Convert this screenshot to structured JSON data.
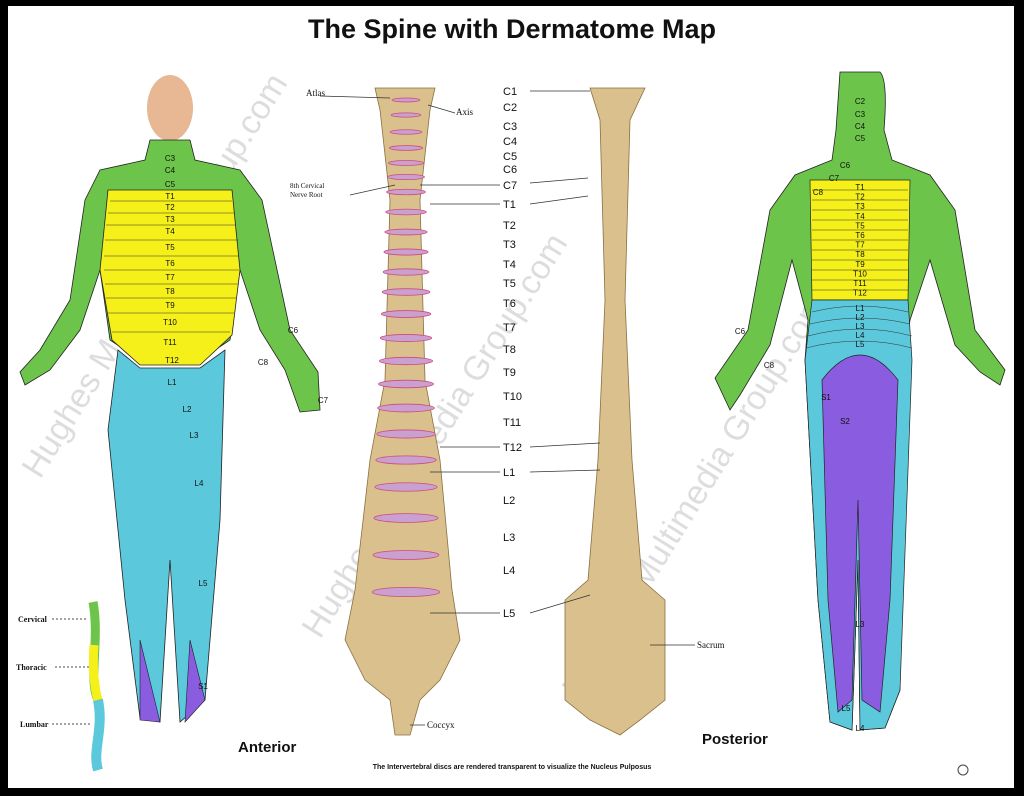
{
  "title": "The Spine with Dermatome Map",
  "footer": "The Intervertebral discs are rendered transparent to visualize the Nucleus Pulposus",
  "watermark": "Hughes Multimedia Group.com",
  "views": {
    "anterior": "Anterior",
    "posterior": "Posterior"
  },
  "colors": {
    "cervical": "#6cc44a",
    "thoracic": "#f5ef1a",
    "lumbar": "#5cc8dc",
    "sacral": "#8a5ce0",
    "skin": "#e8b894",
    "bone": "#d9c08c",
    "border": "#000000"
  },
  "small_spine": {
    "labels": [
      "Cervical",
      "Thoracic",
      "Lumbar"
    ]
  },
  "spine_labels": [
    "C1",
    "C2",
    "C3",
    "C4",
    "C5",
    "C6",
    "C7",
    "T1",
    "T2",
    "T3",
    "T4",
    "T5",
    "T6",
    "T7",
    "T8",
    "T9",
    "T10",
    "T11",
    "T12",
    "L1",
    "L2",
    "L3",
    "L4",
    "L5"
  ],
  "spine_annotations": {
    "atlas": "Atlas",
    "axis": "Axis",
    "nerve_root_line1": "8th Cervical",
    "nerve_root_line2": "Nerve Root",
    "coccyx": "Coccyx",
    "sacrum": "Sacrum"
  },
  "anterior_labels": [
    "C3",
    "C4",
    "C5",
    "T1",
    "T2",
    "T3",
    "T4",
    "T5",
    "T6",
    "T7",
    "T8",
    "T9",
    "T10",
    "T11",
    "T12",
    "L1",
    "L2",
    "L3",
    "L4",
    "L5",
    "S1",
    "C6",
    "C8",
    "C7"
  ],
  "posterior_labels": [
    "C2",
    "C3",
    "C4",
    "C5",
    "C6",
    "C7",
    "C8",
    "T1",
    "T2",
    "T3",
    "T4",
    "T5",
    "T6",
    "T7",
    "T8",
    "T9",
    "T10",
    "T11",
    "T12",
    "L1",
    "L2",
    "L3",
    "L4",
    "L5",
    "S1",
    "S2",
    "L3",
    "L5",
    "L4",
    "C6",
    "C8"
  ]
}
